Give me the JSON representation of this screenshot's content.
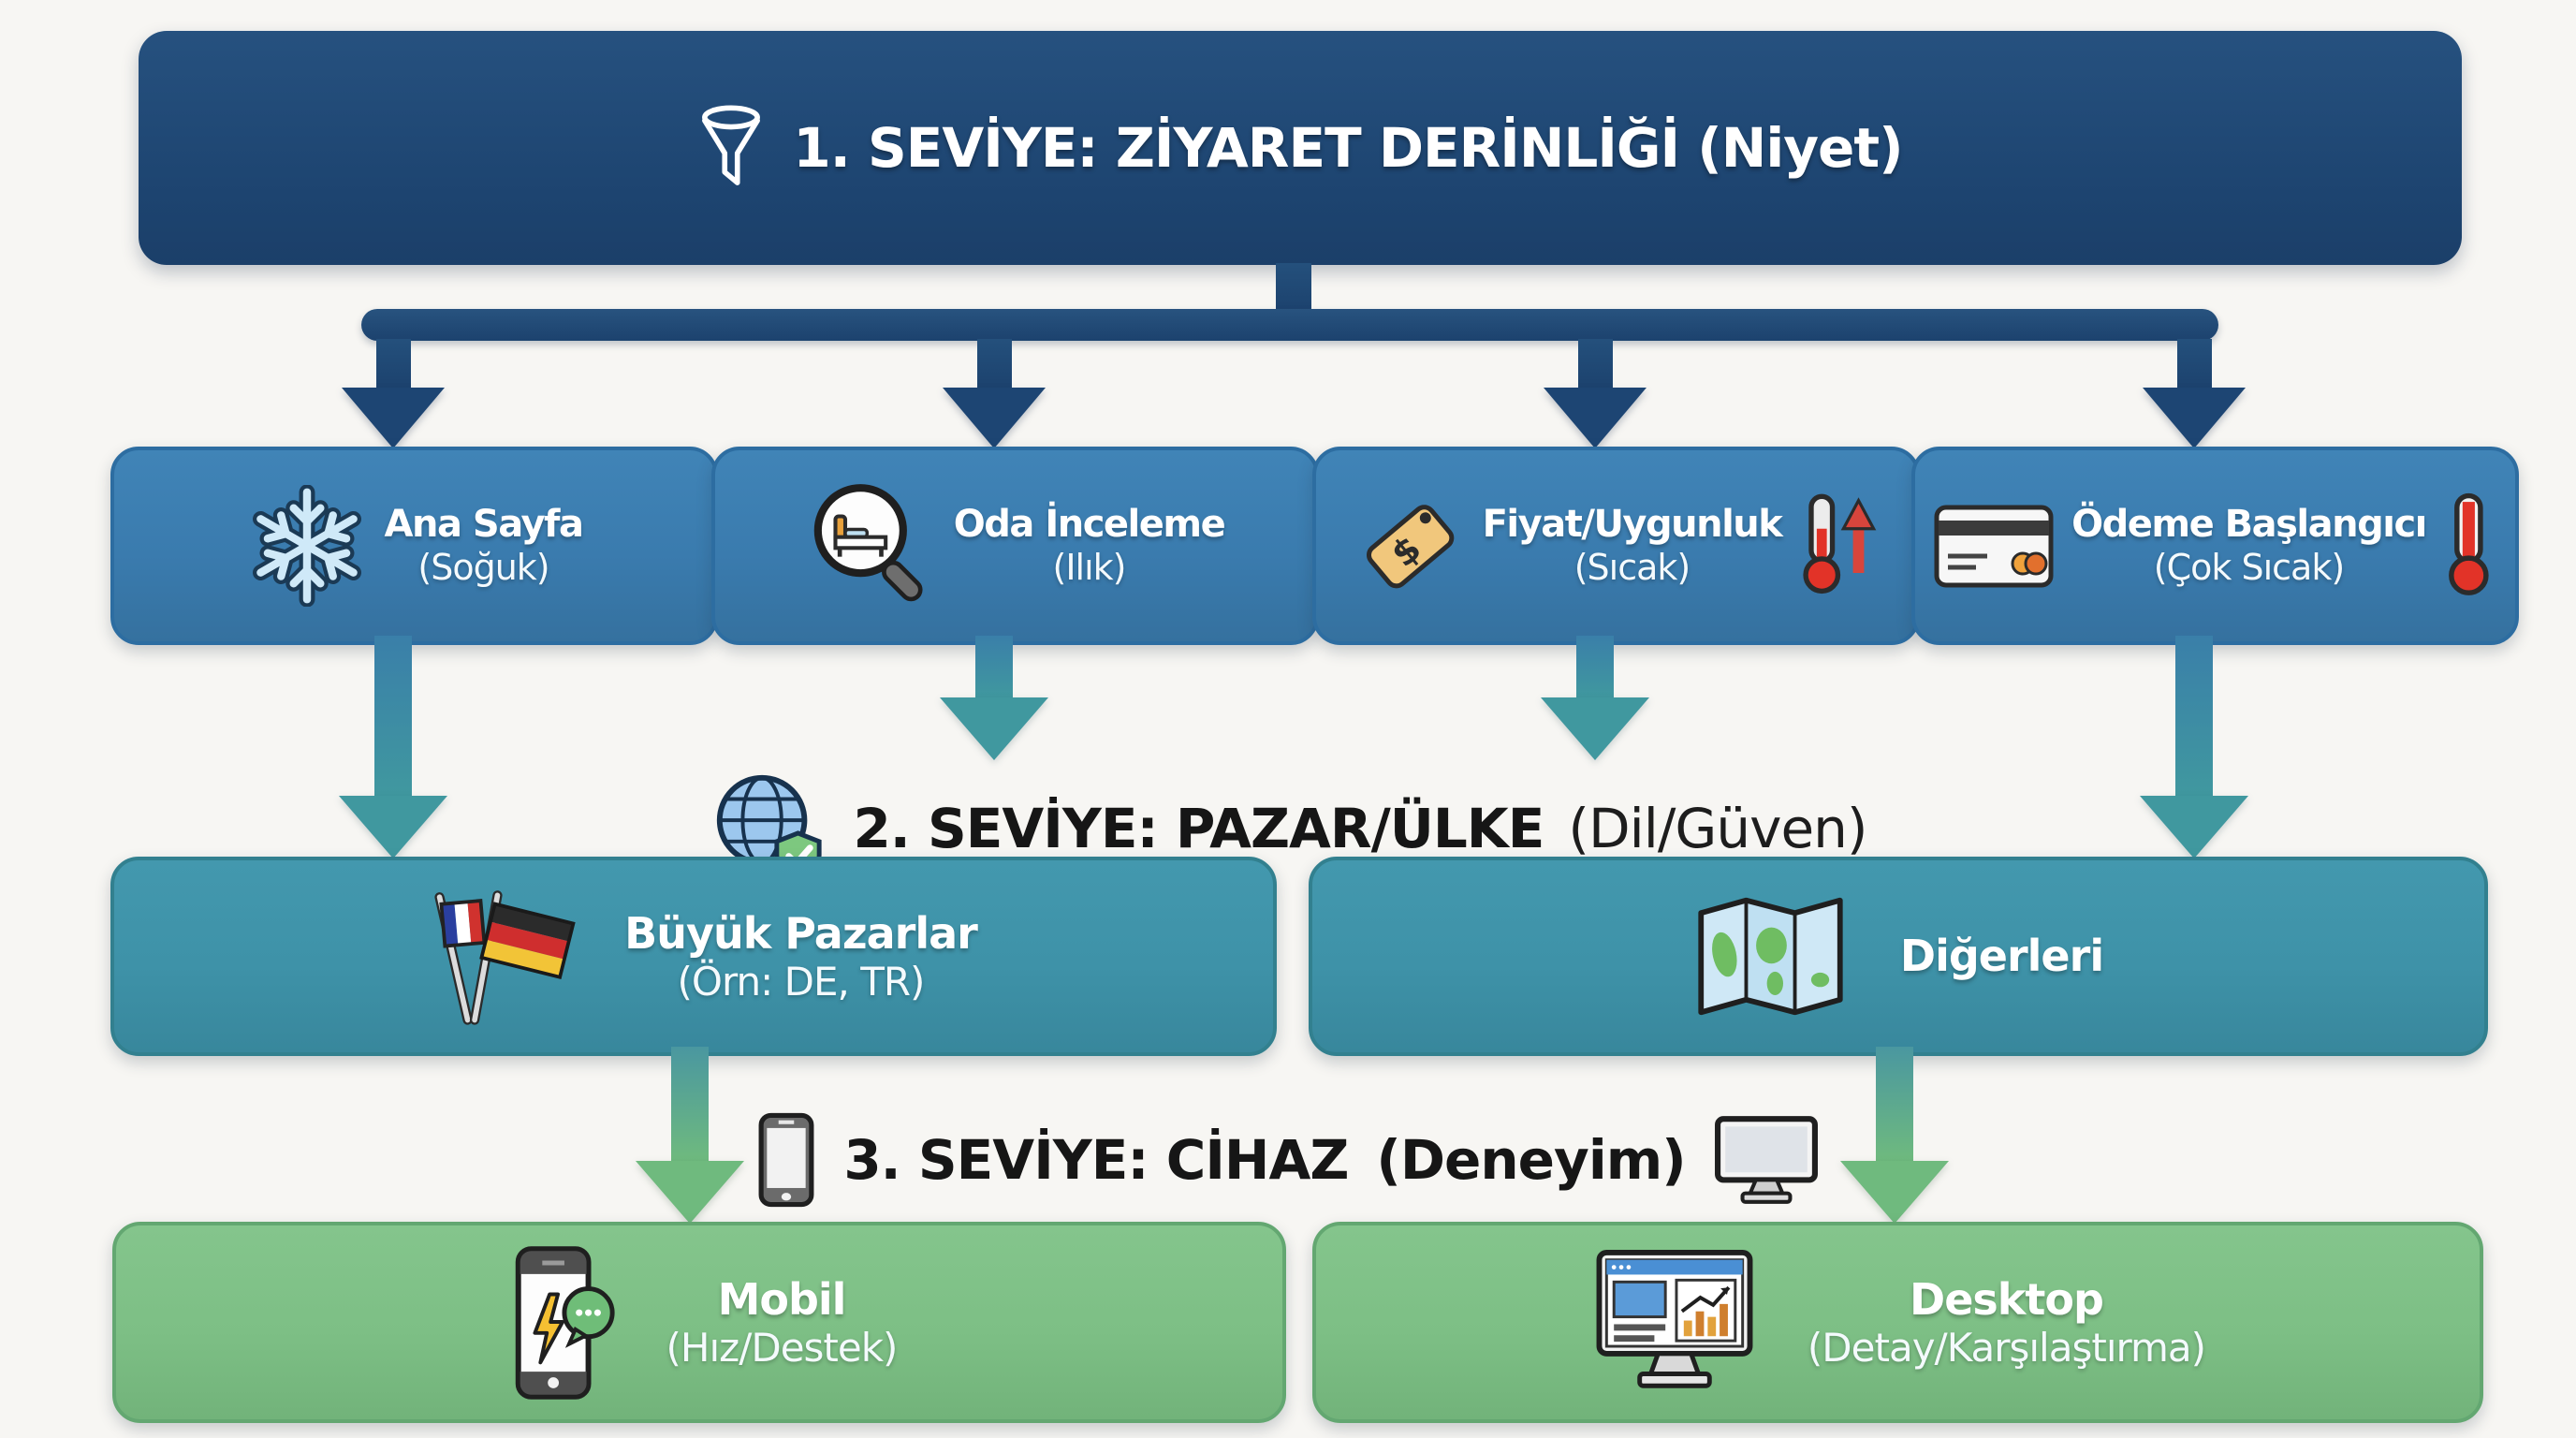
{
  "colors": {
    "background": "#f7f6f3",
    "navy": "#1d4573",
    "blue_box": "#3a7bae",
    "teal_box": "#3e92a8",
    "green_box": "#7dbf85",
    "teal_arrow": "#40989f",
    "green_arrow": "#6fba7e",
    "text_on_box": "#ffffff",
    "label_text": "#161616"
  },
  "level1": {
    "title": "1. SEVİYE: ZİYARET DERİNLİĞİ (Niyet)",
    "icon": "funnel-icon",
    "boxes": [
      {
        "title": "Ana Sayfa",
        "subtitle": "(Soğuk)",
        "icon": "snowflake-icon"
      },
      {
        "title": "Oda İnceleme",
        "subtitle": "(Ilık)",
        "icon": "room-search-icon"
      },
      {
        "title": "Fiyat/Uygunluk",
        "subtitle": "(Sıcak)",
        "icon": "price-tag-icon",
        "icon_right": "thermometer-rising-icon"
      },
      {
        "title": "Ödeme Başlangıcı",
        "subtitle": "(Çok Sıcak)",
        "icon": "credit-card-icon",
        "icon_right": "thermometer-hot-icon"
      }
    ]
  },
  "level2": {
    "heading_bold": "2. SEVİYE: PAZAR/ÜLKE",
    "heading_light": "(Dil/Güven)",
    "icon": "globe-shield-icon",
    "boxes": [
      {
        "title": "Büyük Pazarlar",
        "subtitle": "(Örn: DE, TR)",
        "icon": "flags-icon"
      },
      {
        "title": "Diğerleri",
        "subtitle": "",
        "icon": "map-icon"
      }
    ]
  },
  "level3": {
    "heading_bold": "3. SEVİYE: CİHAZ",
    "heading_light": "(Deneyim)",
    "icon_left": "smartphone-icon",
    "icon_right": "monitor-icon",
    "boxes": [
      {
        "title": "Mobil",
        "subtitle": "(Hız/Destek)",
        "icon": "mobile-support-icon"
      },
      {
        "title": "Desktop",
        "subtitle": "(Detay/Karşılaştırma)",
        "icon": "desktop-dashboard-icon"
      }
    ]
  }
}
